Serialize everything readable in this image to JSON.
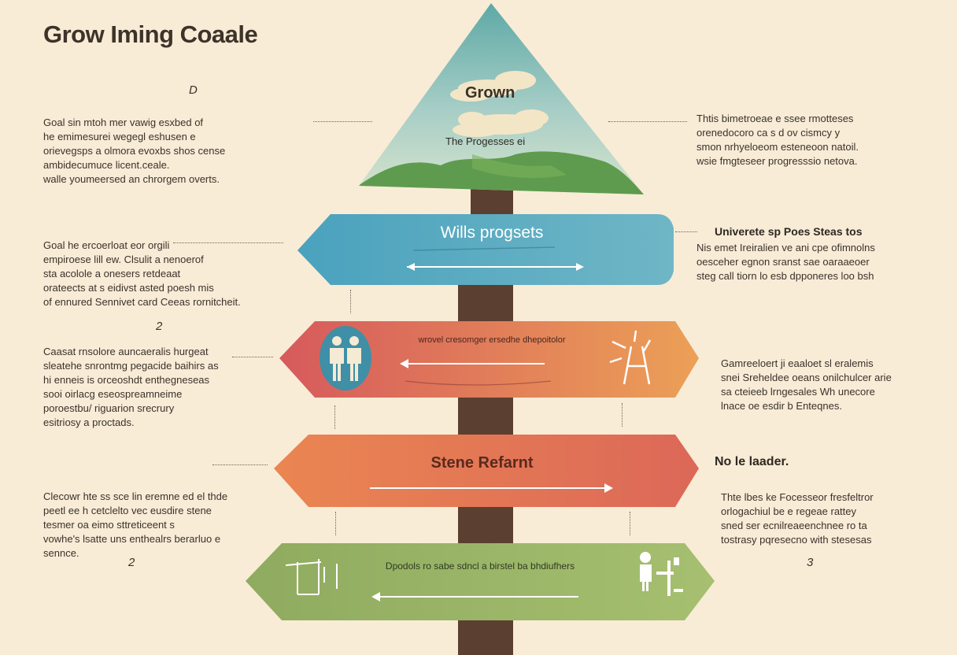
{
  "title": "Grow Iming Coaale",
  "triangle": {
    "heading": "Grown",
    "subheading": "The Progesses ei"
  },
  "signs": [
    {
      "label": "Wills progsets",
      "color_left": "#4aa2bd",
      "color_right": "#6fb6c6",
      "arrow": "both"
    },
    {
      "label": "wrovel cresomger ersedhe dhepoitolor",
      "color_left": "#d65a5c",
      "color_right": "#e99b58",
      "arrow": "left",
      "icon_left": "family-icon",
      "icon_right": "ladder-icon"
    },
    {
      "label": "Stene Refarnt",
      "color_left": "#e97f52",
      "color_right": "#dd6957",
      "arrow": "right"
    },
    {
      "label": "Dpodols ro sabe sdncl a birstel ba bhdiufhers",
      "color_left": "#95b063",
      "color_right": "#a8c072",
      "arrow": "left",
      "icon_left": "scaffold-icon",
      "icon_right": "worker-icon"
    }
  ],
  "left_markers": [
    "D",
    "2",
    "2"
  ],
  "right_markers": [
    "3"
  ],
  "left_texts": [
    "Goal sin mtoh mer vawig esxbed of\nhe emimesurei wegegl eshusen e\norievegsps a olmora evoxbs shos cense\nambidecumuce licent.ceale.\n   walle youmeersed an chrorgem overts.",
    "Goal he ercoerloat eor orgili\nempiroese lill ew. Clsulit a nenoerof\nsta acolole a onesers retdeaat\norateects  at s eidivst asted poesh mis\nof ennured Sennivet card Ceeas rornitcheit.",
    "Caasat rnsolore auncaeralis hurgeat\nsleatehe snrontmg pegacide baihirs as\nhi enneis is orceoshdt enthegneseas\nsooi oirlacg eseospreamneime\nporoestbu/ riguarion srecrury\nesitriosy a proctads.",
    "Clecowr hte ss sce lin eremne ed el thde\npeetl ee h cetclelto vec eusdire stene\ntesmer oa eimo sttreticeent s\nvowhe's lsatte uns enthealrs berarluo e\nsennce."
  ],
  "right_headings": [
    "Univerete sp Poes Steas tos",
    "No le laader."
  ],
  "right_texts": [
    "Thtis bimetroeae e ssee rmotteses\norenedocoro ca s d ov cismcy y\nsmon nrhyeloeom esteneoon natoil.\nwsie fmgteseer  progresssio netova.",
    "Nis emet Ireiralien ve ani cpe ofimnolns\noesceher egnon sranst sae oaraaeoer\nsteg call tiorn lo esb dpponeres loo bsh",
    "Gamreeloert ji eaaloet sl eralemis\nsnei Sreheldee oeans onilchulcer arie\nsa cteieeb lrngesales Wh unecore\nlnace oe esdir b Enteqnes.",
    "Thte lbes ke Focesseor fresfeltror\norlogachiul be e regeae rattey\nsned ser ecnilreaeenchnee ro ta\ntostrasy pqresecno with stesesas"
  ],
  "colors": {
    "background": "#f8ecd7",
    "pole": "#5b3f30",
    "sky_top": "#6fb3ad",
    "sky_bottom": "#c9ddc0",
    "hills": "#5f9b4e"
  }
}
